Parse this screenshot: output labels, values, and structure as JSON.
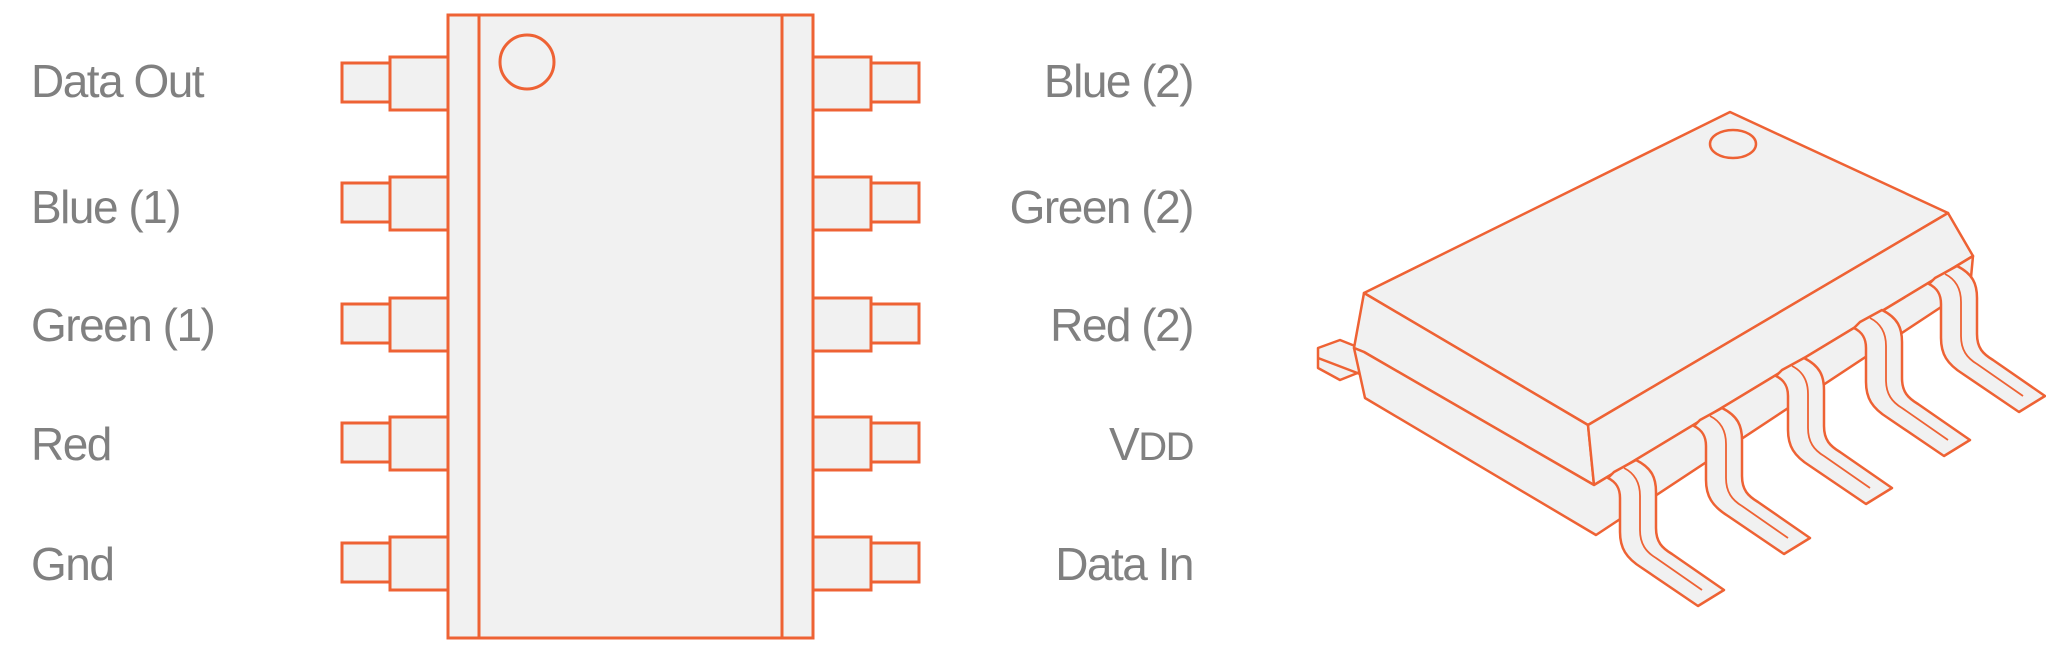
{
  "colors": {
    "outline": "#ee6234",
    "body_fill": "#f1f1f1",
    "label_text": "#808080",
    "background": "#ffffff"
  },
  "left_pins": {
    "pin1": "Data Out",
    "pin2": "Blue (1)",
    "pin3": "Green (1)",
    "pin4": "Red",
    "pin5": "Gnd"
  },
  "right_pins": {
    "pin10": "Blue (2)",
    "pin9": "Green (2)",
    "pin8": "Red (2)",
    "pin7": {
      "main": "V",
      "sub": "DD"
    },
    "pin6": "Data In"
  },
  "package_3d": {
    "pin_count": 10
  }
}
